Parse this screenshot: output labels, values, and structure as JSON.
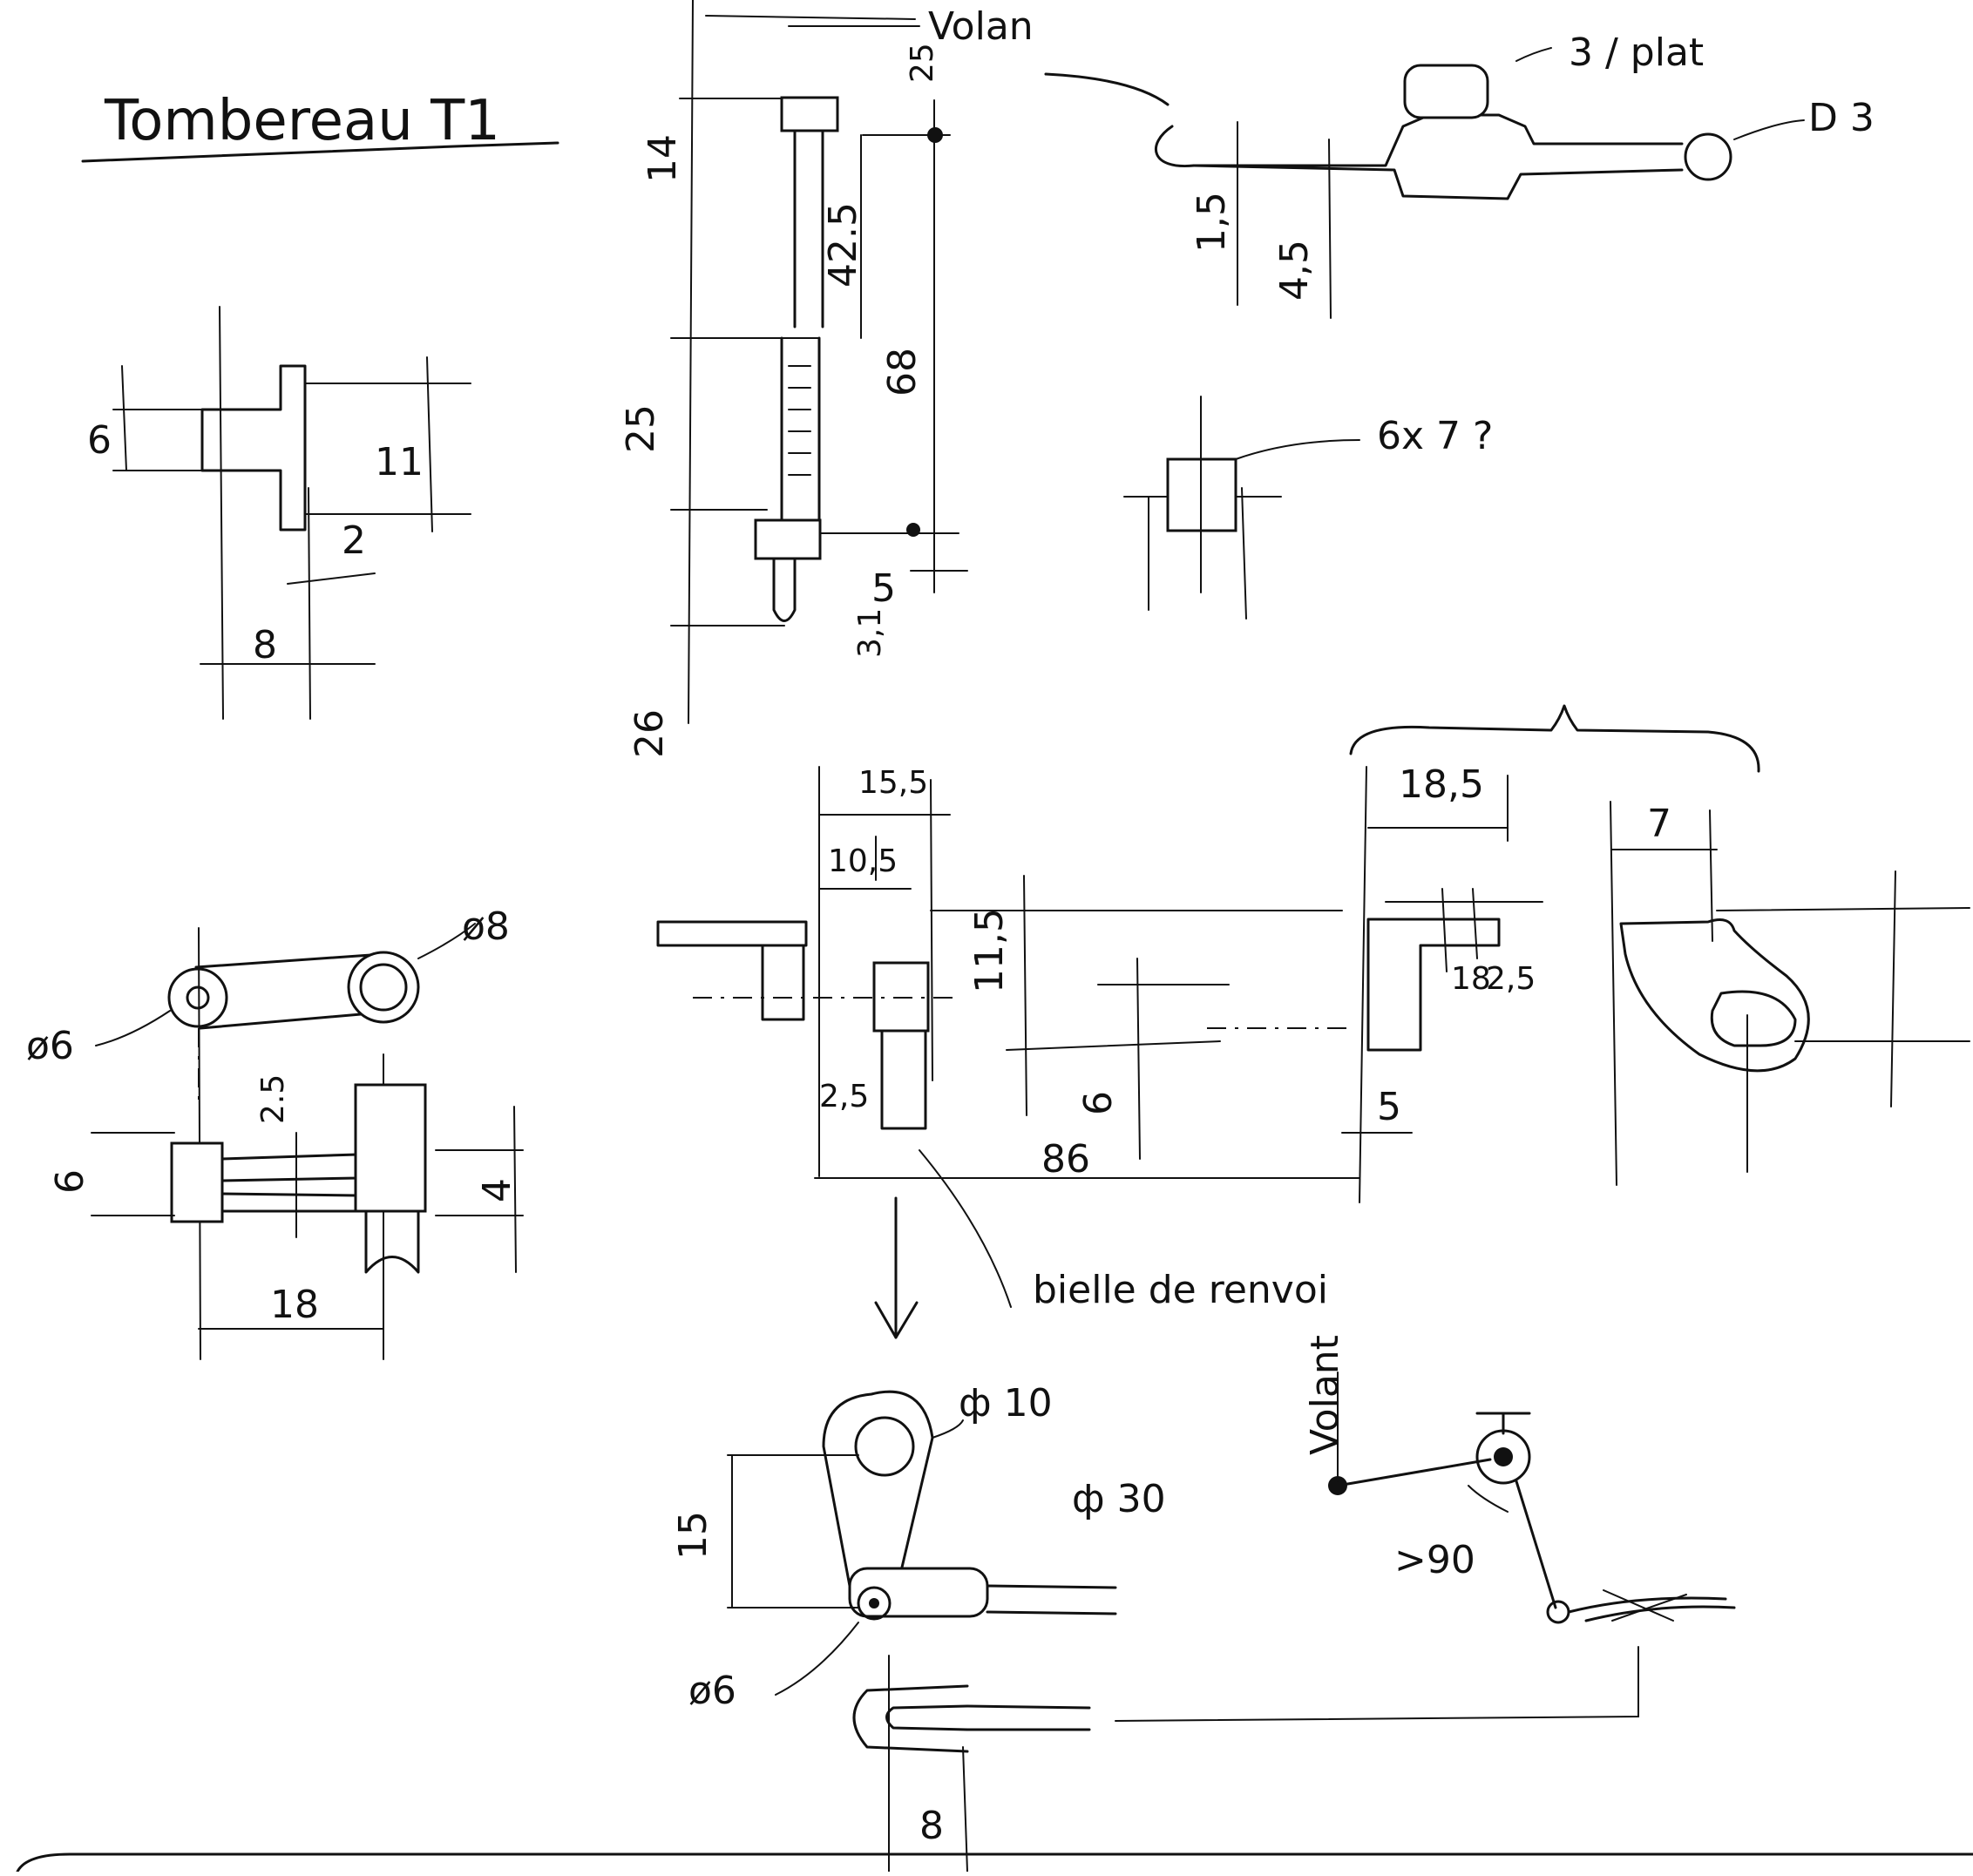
{
  "title": "Tombereau T1",
  "labels": {
    "volant_top": "Volan",
    "plat": "3 / plat",
    "d3": "D 3",
    "six_by_seven": "6x 7 ?",
    "phi8": "ø8",
    "phi6_left": "ø6",
    "bielle": "bielle de renvoi",
    "phi10": "ф 10",
    "phi30": "ф 30",
    "phi6_bottom": "ø6",
    "volant_side": "Volant",
    "gt90": ">90"
  },
  "dims": {
    "d6_t": "6",
    "d11": "11",
    "d2": "2",
    "d8_t": "8",
    "d14": "14",
    "d25_top": "25",
    "d42_5": "42.5",
    "d68": "68",
    "d25": "25",
    "d5": "5",
    "d3_1": "3,1",
    "d26": "26",
    "d1_5": "1,5",
    "d4_5": "4,5",
    "d2_5_left": "2.5",
    "d6_left": "6",
    "d4_left": "4",
    "d18_left": "18",
    "d15_5": "15,5",
    "d10_5": "10,5",
    "d11_5": "11,5",
    "d2_5_mid": "2,5",
    "d6_mid": "6",
    "d86": "86",
    "d18_5": "18,5",
    "d18_small": "18",
    "d2_5_right": "2,5",
    "d5_right": "5",
    "d7": "7",
    "d15_bottom": "15",
    "d8_bottom": "8"
  }
}
